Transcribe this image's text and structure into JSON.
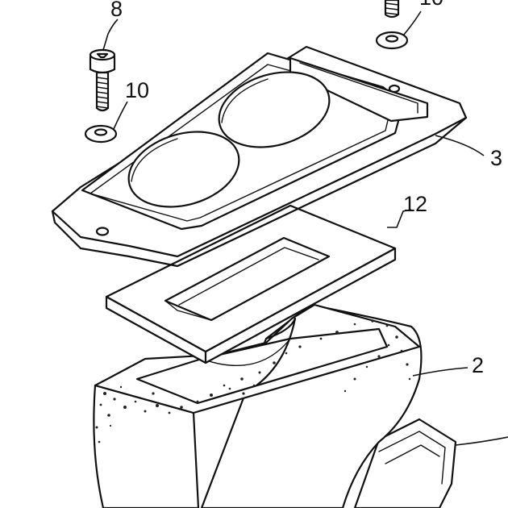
{
  "callouts": {
    "screw": "8",
    "washer_left": "10",
    "washer_right": "10",
    "cover_plate": "3",
    "gasket": "12",
    "housing": "2"
  }
}
